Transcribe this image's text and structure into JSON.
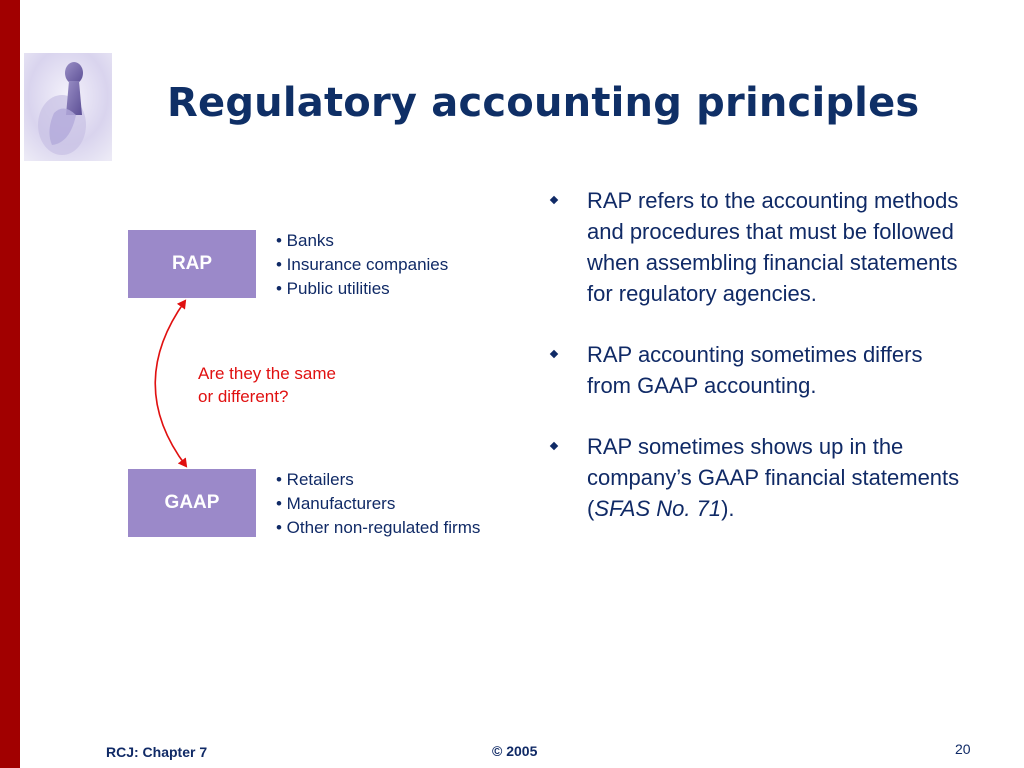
{
  "slide": {
    "title": "Regulatory accounting principles"
  },
  "diagram": {
    "rap_box": "RAP",
    "gaap_box": "GAAP",
    "rap_list": [
      "• Banks",
      "• Insurance companies",
      "• Public utilities"
    ],
    "gaap_list": [
      "• Retailers",
      "• Manufacturers",
      "• Other non-regulated firms"
    ],
    "question_line1": "Are they the same",
    "question_line2": "or different?"
  },
  "bullets": {
    "b1": "RAP refers to the accounting methods and procedures that must be followed when assembling financial statements for regulatory agencies.",
    "b2": "RAP accounting sometimes differs from GAAP accounting.",
    "b3_before": "RAP sometimes shows up in the company’s GAAP financial statements (",
    "b3_italic": "SFAS No. 71",
    "b3_after": ")."
  },
  "footer": {
    "left": "RCJ: Chapter 7",
    "center": "© 2005",
    "page_number": "20"
  },
  "colors": {
    "left_bar": "#a10000",
    "title": "#0f2f66",
    "box_fill": "#9b89c9",
    "arrow": "#e01010"
  }
}
